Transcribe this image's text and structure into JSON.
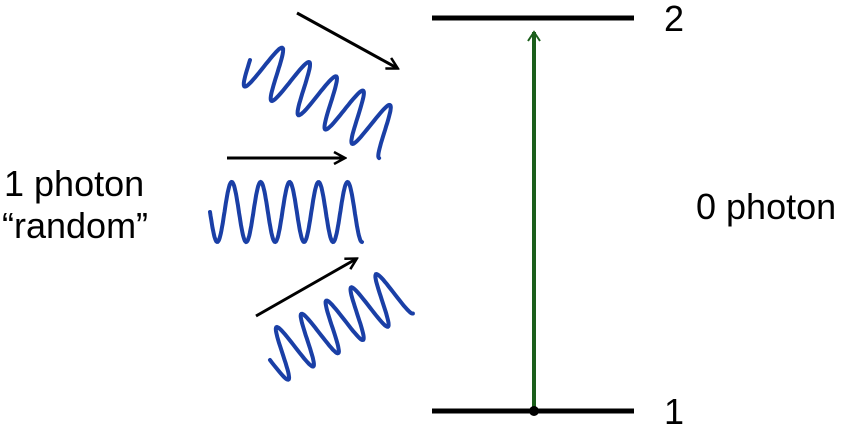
{
  "left_label": {
    "line1": "1 photon",
    "line2": "“random”"
  },
  "right_label": "0 photon",
  "levels": {
    "upper": "2",
    "lower": "1"
  },
  "colors": {
    "wave": "#1a3fa6",
    "transition_arrow": "#1b5e1b",
    "lines": "#000000"
  }
}
